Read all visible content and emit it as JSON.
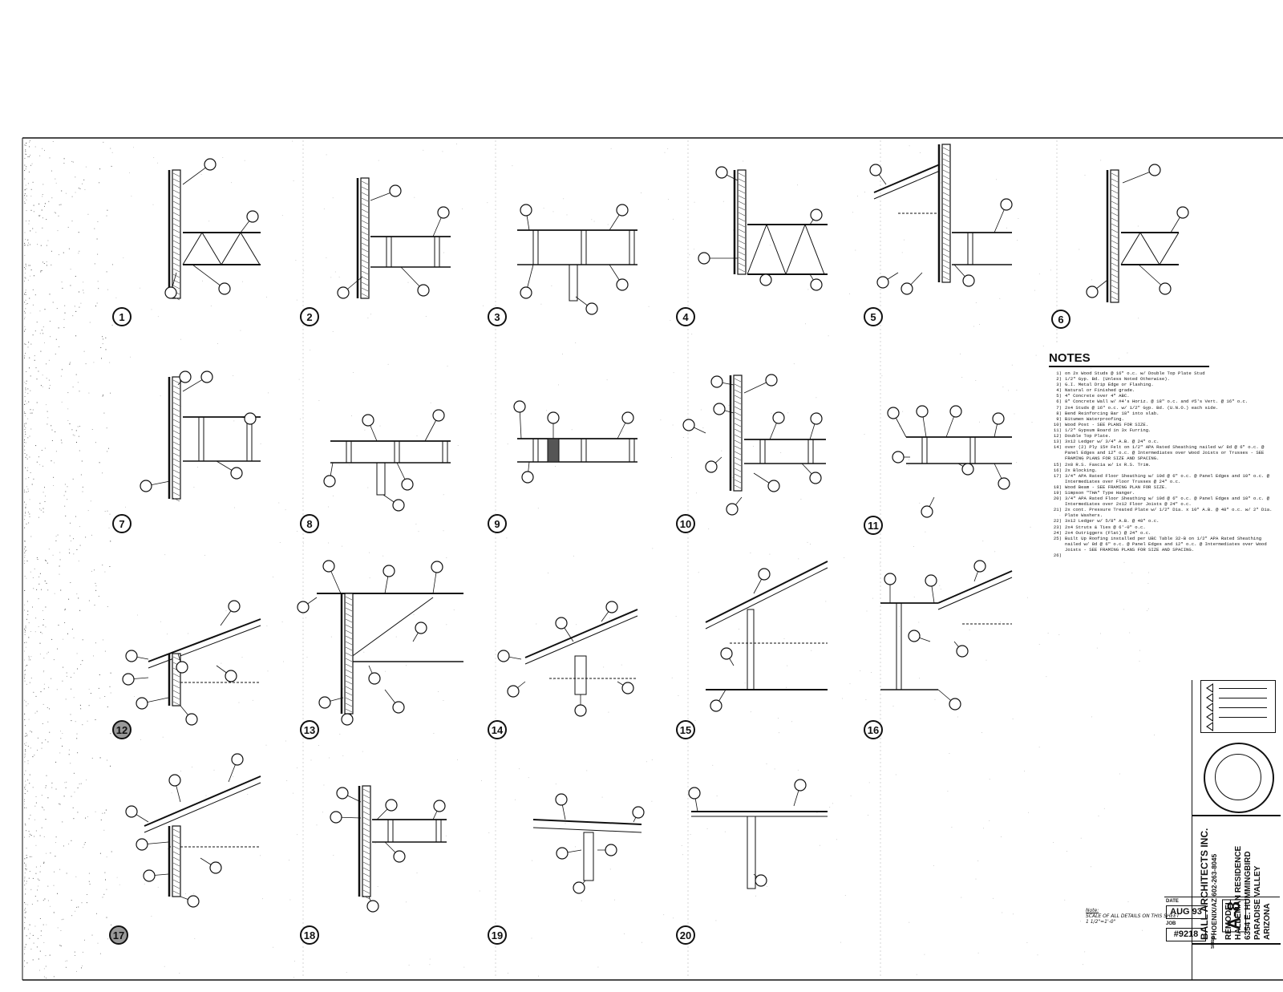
{
  "details": [
    {
      "number": "1"
    },
    {
      "number": "2"
    },
    {
      "number": "3"
    },
    {
      "number": "4"
    },
    {
      "number": "5"
    },
    {
      "number": "6"
    },
    {
      "number": "7"
    },
    {
      "number": "8"
    },
    {
      "number": "9"
    },
    {
      "number": "10"
    },
    {
      "number": "11"
    },
    {
      "number": "12"
    },
    {
      "number": "13"
    },
    {
      "number": "14"
    },
    {
      "number": "15"
    },
    {
      "number": "16"
    },
    {
      "number": "17"
    },
    {
      "number": "18"
    },
    {
      "number": "19"
    },
    {
      "number": "20"
    }
  ],
  "notes": {
    "title": "NOTES",
    "items": [
      {
        "num": "1)",
        "text": "on 2x Wood Studs @ 16\" o.c. w/ Double Top Plate Stud"
      },
      {
        "num": "2)",
        "text": "1/2\" Gyp. Bd. (Unless Noted Otherwise)."
      },
      {
        "num": "3)",
        "text": "G.I. Metal Drip Edge or Flashing."
      },
      {
        "num": "4)",
        "text": "Natural or Finished grade."
      },
      {
        "num": "5)",
        "text": "4\" Concrete over 4\" ABC."
      },
      {
        "num": "6)",
        "text": "8\" Concrete Wall w/ #4's Horiz. @ 18\" o.c. and #5's Vert. @ 16\" o.c."
      },
      {
        "num": "7)",
        "text": "2x4 Studs @ 16\" o.c. w/ 1/2\" Gyp. Bd. (U.N.O.) each side."
      },
      {
        "num": "8)",
        "text": "Bend Reinforcing Bar 18\" into slab."
      },
      {
        "num": "9)",
        "text": "Bitumen Waterproofing."
      },
      {
        "num": "10)",
        "text": "Wood Post - SEE PLANS FOR SIZE."
      },
      {
        "num": "11)",
        "text": "1/2\" Gypsum Board in 3x Furring."
      },
      {
        "num": "12)",
        "text": "Double Top Plate."
      },
      {
        "num": "13)",
        "text": "3x12 Ledger w/ 3/4\" A.B. @ 24\" o.c."
      },
      {
        "num": "14)",
        "text": "over (2) Ply 15# Felt on 1/2\" APA Rated Sheathing nailed w/ 8d @ 6\" o.c. @ Panel Edges and 12\" o.c. @ Intermediates over Wood Joists or Trusses - SEE FRAMING PLANS FOR SIZE AND SPACING."
      },
      {
        "num": "15)",
        "text": "2x8 R.S. Fascia w/ 1x R.S. Trim."
      },
      {
        "num": "16)",
        "text": "2x Blocking."
      },
      {
        "num": "17)",
        "text": "3/4\" APA Rated Floor Sheathing w/ 10d @ 6\" o.c. @ Panel Edges and 10\" o.c. @ Intermediates over Floor Trusses @ 24\" o.c."
      },
      {
        "num": "18)",
        "text": "Wood Beam - SEE FRAMING PLAN FOR SIZE."
      },
      {
        "num": "19)",
        "text": "Simpson \"THA\" Type Hanger."
      },
      {
        "num": "20)",
        "text": "3/4\" APA Rated Floor Sheathing w/ 10d @ 6\" o.c. @ Panel Edges and 10\" o.c. @ Intermediates over 2x12 Floor Joists @ 24\" o.c."
      },
      {
        "num": "21)",
        "text": "2x cont. Pressure Treated Plate w/ 1/2\" Dia. x 10\" A.B. @ 48\" o.c. w/ 2\" Dia. Plate Washers."
      },
      {
        "num": "22)",
        "text": "3x12 Ledger w/ 5/8\" A.B. @ 48\" o.c."
      },
      {
        "num": "23)",
        "text": "2x4 Struts & Ties @ 6'-0\" o.c."
      },
      {
        "num": "24)",
        "text": "2x4 Outriggers (Flat) @ 24\" o.c."
      },
      {
        "num": "25)",
        "text": "Built Up Roofing installed per UBC Table 32-B on 1/2\" APA Rated Sheathing nailed w/ 8d @ 6\" o.c. @ Panel Edges and 12\" o.c. @ Intermediates over Wood Joists - SEE FRAMING PLANS FOR SIZE AND SPACING."
      },
      {
        "num": "26)",
        "text": ""
      }
    ]
  },
  "scale_note": {
    "label": "Note:",
    "text": "SCALE OF ALL DETAILS ON THIS SHEET 1 1/2\"=1'-0\""
  },
  "title_block": {
    "firm_name": "BALL ARCHITECTS INC.",
    "firm_address": "PHOENIX/AZ 602-263-8045",
    "project_type": "REMODEL",
    "project_name": "HALLEMAN RESIDENCE",
    "project_address": "6354 E. HUMMINGBIRD",
    "project_city": "PARADISE VALLEY",
    "project_state": "ARIZONA",
    "date_label": "DATE",
    "date": "AUG 93",
    "job_label": "JOB",
    "job_number": "#9218",
    "sheet_label": "SHEET",
    "sheet_number": "A-8"
  },
  "colors": {
    "ink": "#111111",
    "paper": "#ffffff"
  }
}
